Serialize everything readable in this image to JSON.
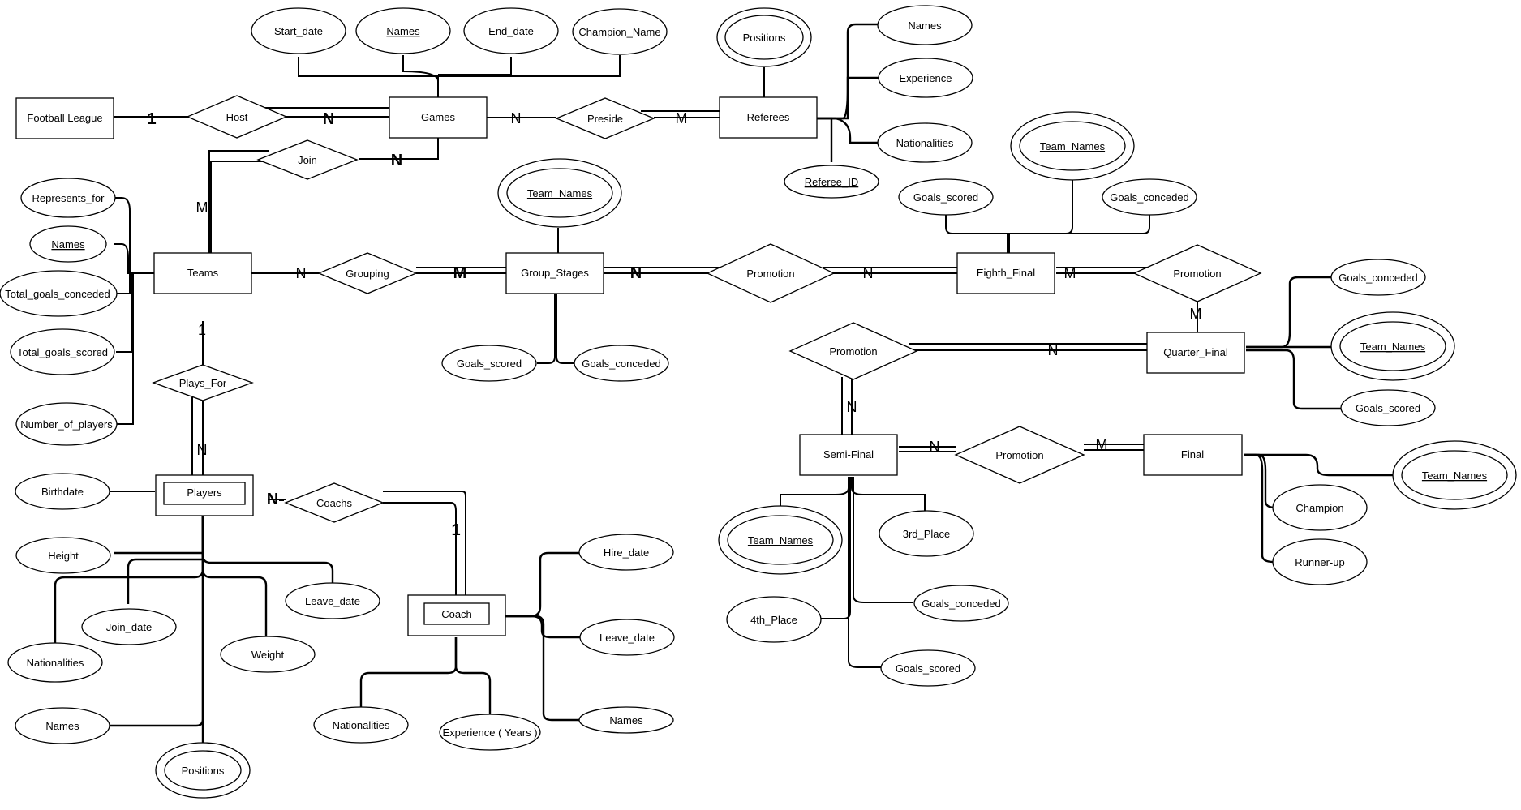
{
  "diagram": {
    "entities": {
      "football_league": "Football League",
      "games": "Games",
      "referees": "Referees",
      "teams": "Teams",
      "group_stages": "Group_Stages",
      "eighth_final": "Eighth_Final",
      "quarter_final": "Quarter_Final",
      "semi_final": "Semi-Final",
      "final": "Final",
      "players": "Players",
      "coach": "Coach"
    },
    "relationships": {
      "host": "Host",
      "preside": "Preside",
      "join": "Join",
      "grouping": "Grouping",
      "promotion_1": "Promotion",
      "promotion_2": "Promotion",
      "promotion_3": "Promotion",
      "promotion_4": "Promotion",
      "plays_for": "Plays_For",
      "coachs": "Coachs"
    },
    "attributes": {
      "games_start_date": "Start_date",
      "games_names": "Names",
      "games_end_date": "End_date",
      "games_champion_name": "Champion_Name",
      "referees_positions": "Positions",
      "referees_names": "Names",
      "referees_experience": "Experience",
      "referees_nationalities": "Nationalities",
      "referees_id": "Referee_ID",
      "teams_represents_for": "Represents_for",
      "teams_names": "Names",
      "teams_total_goals_conceded": "Total_goals_conceded",
      "teams_total_goals_scored": "Total_goals_scored",
      "teams_number_of_players": "Number_of_players",
      "group_team_names": "Team_Names",
      "group_goals_scored": "Goals_scored",
      "group_goals_conceded": "Goals_conceded",
      "eighth_team_names": "Team_Names",
      "eighth_goals_scored": "Goals_scored",
      "eighth_goals_conceded": "Goals_conceded",
      "quarter_goals_conceded": "Goals_conceded",
      "quarter_team_names": "Team_Names",
      "quarter_goals_scored": "Goals_scored",
      "semi_team_names": "Team_Names",
      "semi_3rd_place": "3rd_Place",
      "semi_4th_place": "4th_Place",
      "semi_goals_conceded": "Goals_conceded",
      "semi_goals_scored": "Goals_scored",
      "final_team_names": "Team_Names",
      "final_champion": "Champion",
      "final_runner_up": "Runner-up",
      "players_birthdate": "Birthdate",
      "players_height": "Height",
      "players_join_date": "Join_date",
      "players_nationalities": "Nationalities",
      "players_weight": "Weight",
      "players_leave_date": "Leave_date",
      "players_names": "Names",
      "players_positions": "Positions",
      "coach_hire_date": "Hire_date",
      "coach_leave_date": "Leave_date",
      "coach_names": "Names",
      "coach_nationalities": "Nationalities",
      "coach_experience": "Experience ( Years )"
    },
    "cardinalities": {
      "league_host": "1",
      "host_games": "N",
      "games_preside": "N",
      "preside_referees": "M",
      "join_games": "N",
      "teams_join": "M",
      "teams_grouping": "N",
      "grouping_group": "M",
      "group_promotion": "N",
      "promotion_eighth": "N",
      "eighth_promotion": "M",
      "promotion_quarter_top": "M",
      "promotion_quarter": "N",
      "promotion_semi": "N",
      "semi_promotion": "N",
      "promotion_final": "M",
      "teams_plays_for": "1",
      "plays_for_players": "N",
      "players_coachs": "N",
      "coachs_coach": "1"
    }
  }
}
